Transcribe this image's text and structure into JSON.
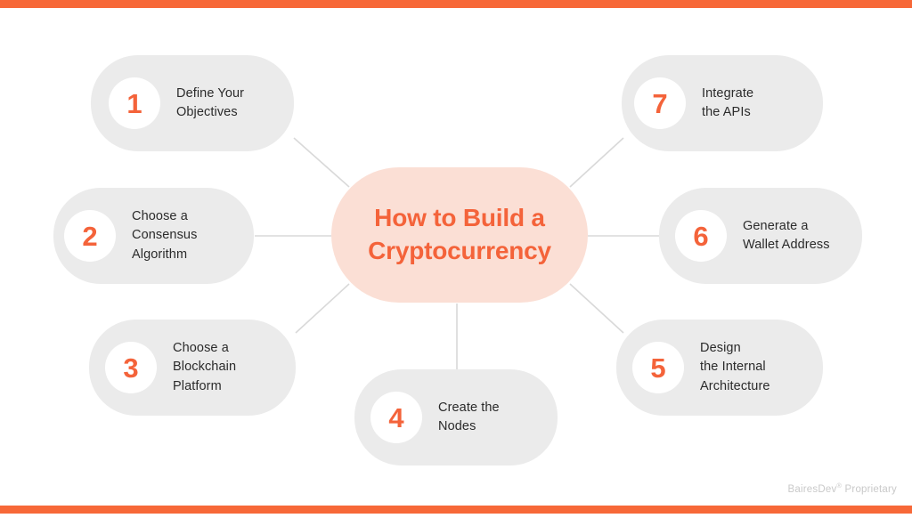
{
  "theme": {
    "accent": "#F76838",
    "number_color": "#F4633A",
    "hub_background": "#FBDFD5",
    "card_background": "#EBEBEB",
    "text_color": "#2B2B2B",
    "footer_color": "#C9C9C9",
    "page_background": "#FFFFFF",
    "connector_color": "#D9D9D9"
  },
  "hub": {
    "title": "How to Build a\nCryptocurrency"
  },
  "steps": [
    {
      "number": "1",
      "label": "Define Your\nObjectives"
    },
    {
      "number": "2",
      "label": "Choose a\nConsensus\nAlgorithm"
    },
    {
      "number": "3",
      "label": "Choose a\nBlockchain\nPlatform"
    },
    {
      "number": "4",
      "label": "Create the\nNodes"
    },
    {
      "number": "5",
      "label": "Design\nthe Internal\nArchitecture"
    },
    {
      "number": "6",
      "label": "Generate a\nWallet Address"
    },
    {
      "number": "7",
      "label": "Integrate\nthe APIs"
    }
  ],
  "footer": {
    "brand": "BairesDev",
    "registered_mark": "®",
    "text": "Proprietary"
  }
}
